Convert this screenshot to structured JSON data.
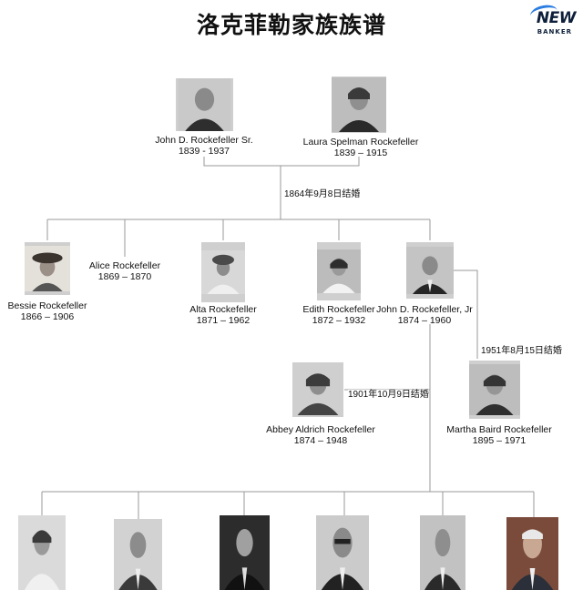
{
  "title": "洛克菲勒家族族谱",
  "logo": {
    "line1": "NEW",
    "line2": "BANKER"
  },
  "marriages": {
    "sr": "1864年9月8日结婚",
    "jr_abbey": "1901年10月9日结婚",
    "jr_martha": "1951年8月15日结婚"
  },
  "people": {
    "john_sr": {
      "name": "John D. Rockefeller Sr.",
      "dates": "1839 - 1937"
    },
    "laura": {
      "name": "Laura Spelman Rockefeller",
      "dates": "1839 – 1915"
    },
    "bessie": {
      "name": "Bessie Rockefeller",
      "dates": "1866 – 1906"
    },
    "alice": {
      "name": "Alice Rockefeller",
      "dates": "1869 – 1870"
    },
    "alta": {
      "name": "Alta Rockefeller",
      "dates": "1871 – 1962"
    },
    "edith": {
      "name": "Edith Rockefeller",
      "dates": "1872 – 1932"
    },
    "john_jr": {
      "name": "John D. Rockefeller, Jr",
      "dates": "1874 – 1960"
    },
    "abbey": {
      "name": "Abbey Aldrich Rockefeller",
      "dates": "1874 – 1948"
    },
    "martha": {
      "name": "Martha Baird Rockefeller",
      "dates": "1895 – 1971"
    }
  },
  "colors": {
    "line": "#9a9a9a",
    "photo_bg": "#cfcfcf",
    "title": "#111111",
    "logo_blue": "#2a7de1"
  }
}
